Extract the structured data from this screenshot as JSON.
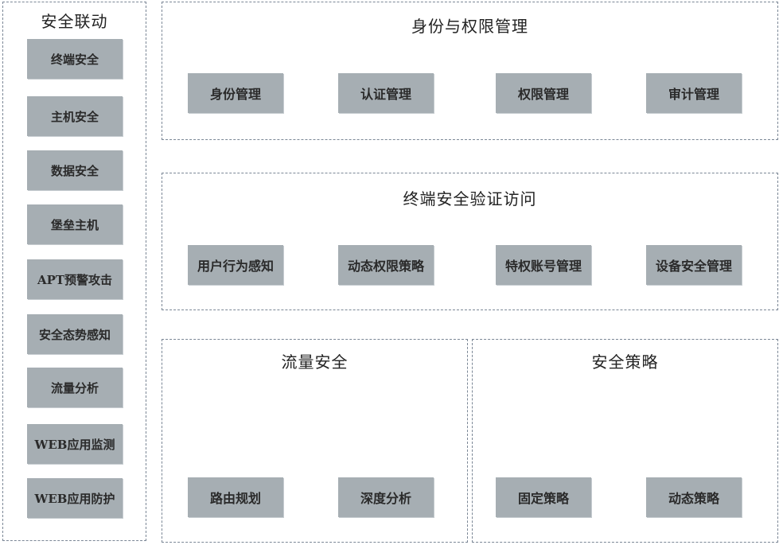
{
  "sidebar": {
    "title": "安全联动",
    "items": [
      "终端安全",
      "主机安全",
      "数据安全",
      "堡垒主机",
      "APT预警攻击",
      "安全态势感知",
      "流量分析",
      "WEB应用监测",
      "WEB应用防护"
    ]
  },
  "identity": {
    "title": "身份与权限管理",
    "items": [
      "身份管理",
      "认证管理",
      "权限管理",
      "审计管理"
    ]
  },
  "terminal": {
    "title": "终端安全验证访问",
    "items": [
      "用户行为感知",
      "动态权限策略",
      "特权账号管理",
      "设备安全管理"
    ]
  },
  "traffic": {
    "title": "流量安全",
    "items": [
      "路由规划",
      "深度分析"
    ]
  },
  "policy": {
    "title": "安全策略",
    "items": [
      "固定策略",
      "动态策略"
    ]
  }
}
